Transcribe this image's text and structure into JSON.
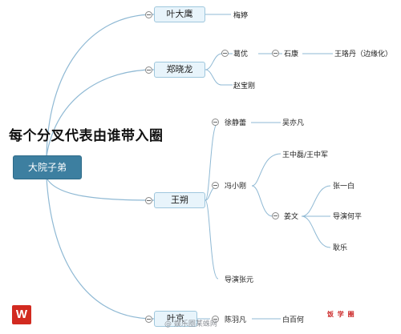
{
  "headline": "每个分叉代表由谁带入圈",
  "root": "大院子弟",
  "branches": {
    "ye_daying": {
      "label": "叶大鹰",
      "child": "梅婷"
    },
    "zheng_xiaolong": {
      "label": "郑晓龙",
      "ge_you": "葛优",
      "shi_kang": "石康",
      "wang_luodan": "王珞丹（边缘化）",
      "zhao_baogang": "赵宝刚"
    },
    "wang_shuo": {
      "label": "王朔",
      "xu_jinglei": "徐静蕾",
      "wu_yifan": "吴亦凡",
      "feng_xiaogang": "冯小刚",
      "wang_zhonglei": "王中磊/王中军",
      "jiang_wen": "姜文",
      "zhang_yibai": "张一白",
      "he_ping": "导演何平",
      "geng_le": "耿乐",
      "zhang_yuan": "导演张元"
    },
    "ye_jing": {
      "label": "叶京",
      "chen_yufan": "陈羽凡",
      "bai_baihe": "白百何"
    }
  },
  "logo_text": "W",
  "watermark": "@  娱乐圈某蛛网",
  "stamp": "饭 学 圈",
  "colors": {
    "line": "#8fb9d4",
    "root_fill": "#3d7fa0",
    "node_fill": "#e8f4fb",
    "logo_red": "#d22a20"
  }
}
